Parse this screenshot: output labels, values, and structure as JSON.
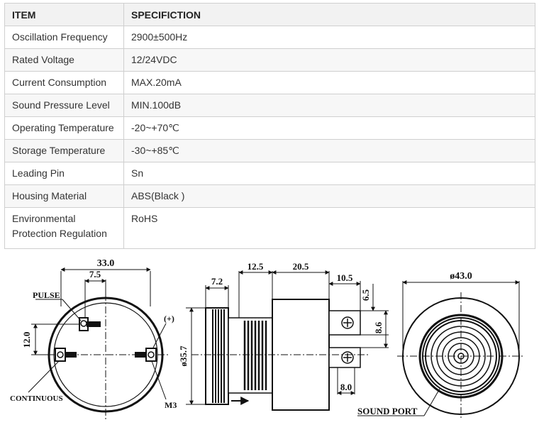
{
  "table": {
    "headers": {
      "item": "ITEM",
      "spec": "SPECIFICTION"
    },
    "rows": [
      {
        "item": "Oscillation Frequency",
        "value": "2900±500Hz"
      },
      {
        "item": "Rated Voltage",
        "value": "12/24VDC"
      },
      {
        "item": "Current Consumption",
        "value": "MAX.20mA"
      },
      {
        "item": "Sound Pressure Level",
        "value": "MIN.100dB"
      },
      {
        "item": "Operating Temperature",
        "value": "-20~+70℃"
      },
      {
        "item": "Storage Temperature",
        "value": "-30~+85℃"
      },
      {
        "item": "Leading Pin",
        "value": "Sn"
      },
      {
        "item": "Housing Material",
        "value": "ABS(Black )"
      },
      {
        "item": "Environmental Protection Regulation",
        "value": "RoHS"
      }
    ]
  },
  "drawing": {
    "front": {
      "width": "33.0",
      "pitch": "7.5",
      "height": "12.0",
      "pulse": "PULSE",
      "plus": "(+)",
      "continuous": "CONTINUOUS",
      "thread": "M3"
    },
    "side": {
      "cap": "7.2",
      "thread_len": "12.5",
      "body_len": "20.5",
      "term_len": "10.5",
      "term_h": "6.5",
      "term_gap": "8.6",
      "pin_len": "8.0",
      "diameter": "ø35.7"
    },
    "back": {
      "diameter": "ø43.0",
      "sound_port": "SOUND PORT"
    }
  }
}
